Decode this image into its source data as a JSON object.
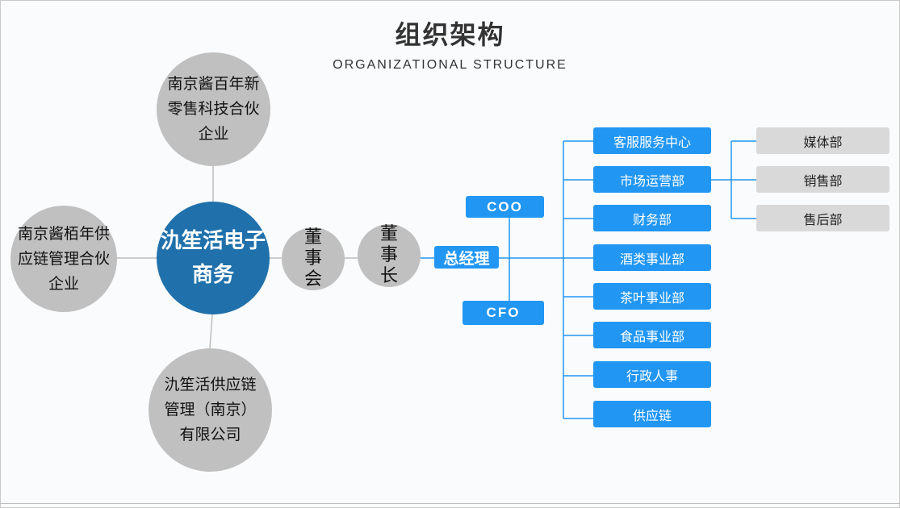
{
  "header": {
    "title": "组织架构",
    "subtitle": "ORGANIZATIONAL STRUCTURE"
  },
  "company": {
    "name": "氿笙活电子商务"
  },
  "affiliates": {
    "top": "南京酱百年新零售科技合伙企业",
    "left": "南京酱栢年供应链管理合伙企业",
    "bottom": "氿笙活供应链管理（南京）有限公司"
  },
  "board": {
    "board_label": "董事会",
    "chairman_label": "董事长",
    "general_manager": "总经理",
    "coo": "COO",
    "cfo": "CFO"
  },
  "departments": [
    "客服服务中心",
    "市场运营部",
    "财务部",
    "酒类事业部",
    "茶叶事业部",
    "食品事业部",
    "行政人事",
    "供应链"
  ],
  "sub_departments": [
    "媒体部",
    "销售部",
    "售后部"
  ],
  "colors": {
    "primary_blue": "#2196f3",
    "main_circle": "#2071ab",
    "satellite_gray": "#c0c0c0",
    "sub_dept_gray": "#d9d9d9"
  }
}
